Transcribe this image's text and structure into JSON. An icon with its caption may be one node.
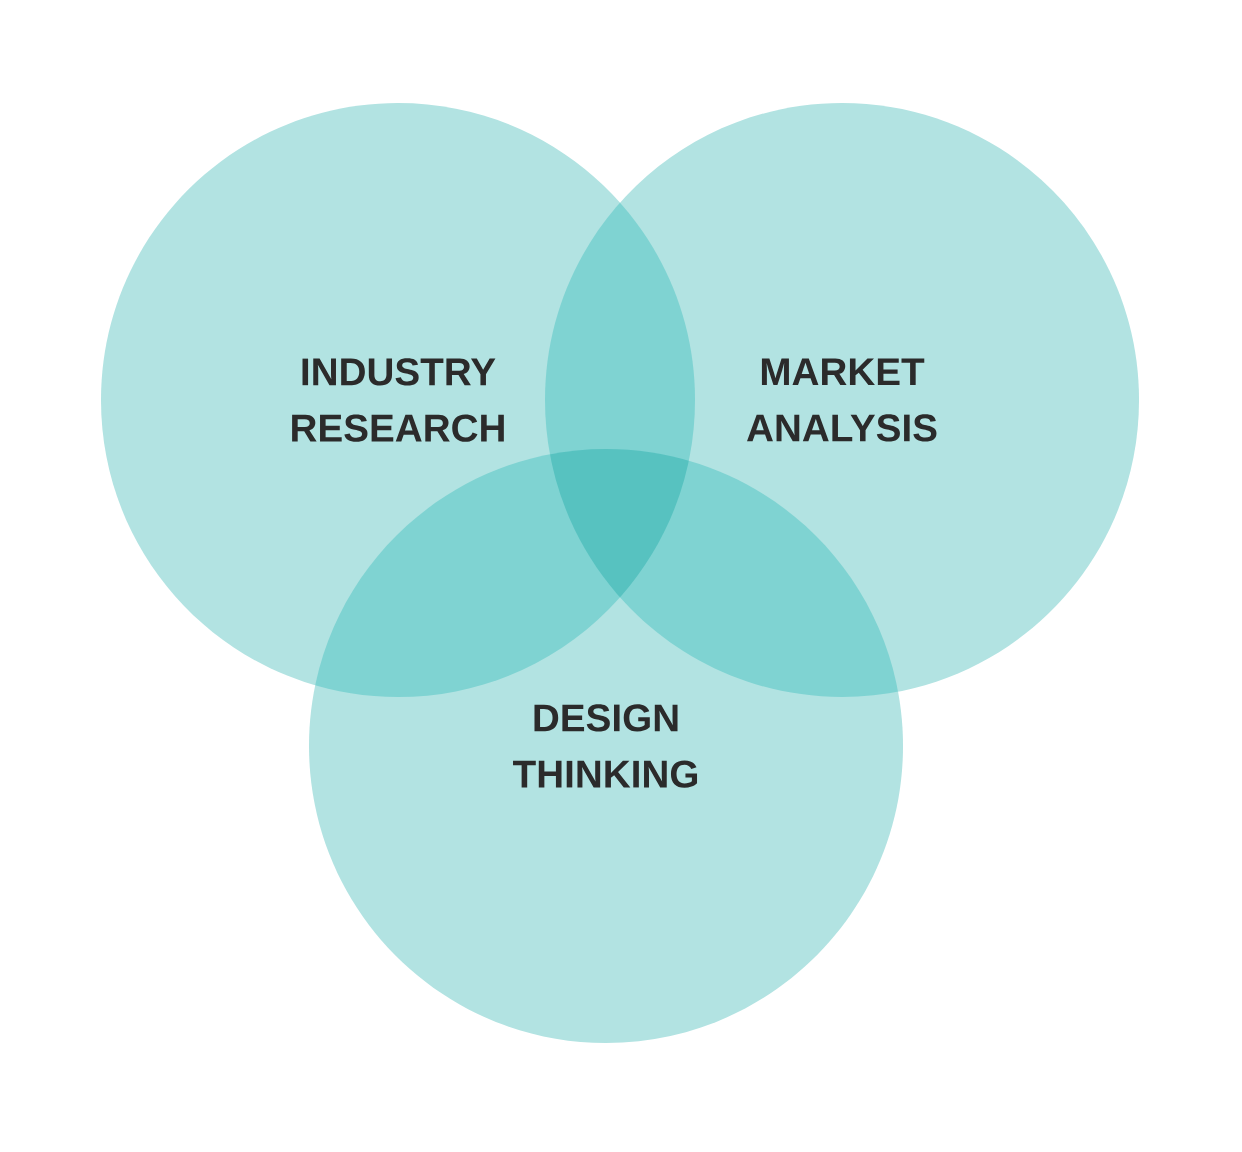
{
  "diagram": {
    "nodes": [
      {
        "text": [
          "INDUSTRY RESEARCH"
        ]
      },
      {
        "text": [
          "MARKET ANALYSIS"
        ]
      },
      {
        "text": [
          "DESIGN THINKING"
        ]
      }
    ]
  }
}
